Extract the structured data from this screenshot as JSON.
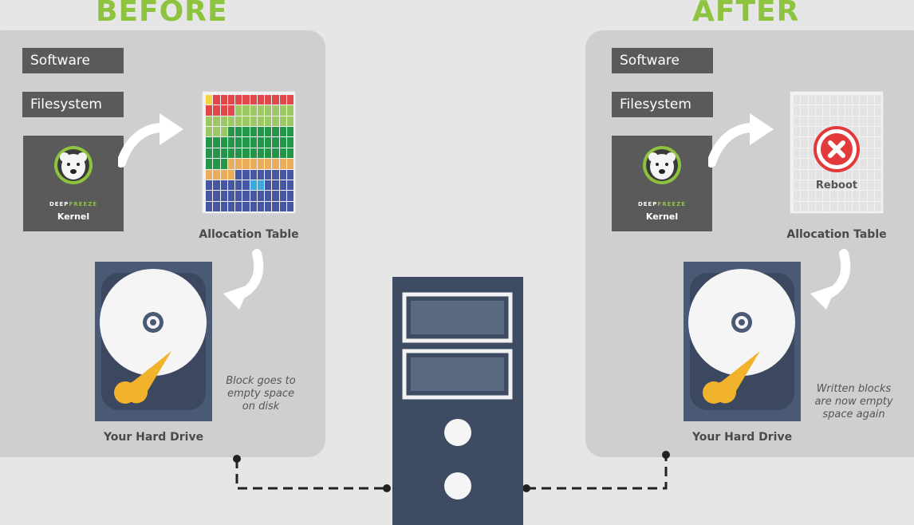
{
  "colors": {
    "background": "#e6e6e6",
    "panel": "#cfcfcf",
    "heading_green": "#8dc33e",
    "label_box": "#5a5a5a",
    "drive_body": "#4a5a74",
    "computer": "#3d4c62",
    "alloc_red": "#e0484b",
    "alloc_green_light": "#9bc765",
    "alloc_green_dark": "#23964a",
    "alloc_orange": "#eaad59",
    "alloc_blue": "#4756a3",
    "alloc_cyan": "#37a9df",
    "alloc_yellow": "#f2d542",
    "reboot_red": "#e23a3a"
  },
  "before": {
    "heading": "BEFORE",
    "software": "Software",
    "filesystem": "Filesystem",
    "kernel_brand_part1": "DEEP",
    "kernel_brand_part2": "FREEZE",
    "kernel_label": "Kernel",
    "allocation_caption": "Allocation Table",
    "drive_caption": "Your Hard Drive",
    "note_lines": [
      "Block goes to",
      "empty space",
      "on disk"
    ],
    "allocation_rows": [
      "YRRRRRRRRRRR",
      "RRRRLLLLLLLL",
      "LLLLLLLLLLLL",
      "LLLGGGGGGGGG",
      "GGGGGGGGGGGG",
      "GGGGGGGGGGGG",
      "GGGOOOOOOOOO",
      "OOOOBBBBBBBB",
      "BBBBBBCCBBBB",
      "BBBBBBBBBBBB",
      "BBBBBBBBBBBB"
    ]
  },
  "after": {
    "heading": "AFTER",
    "software": "Software",
    "filesystem": "Filesystem",
    "kernel_brand_part1": "DEEP",
    "kernel_brand_part2": "FREEZE",
    "kernel_label": "Kernel",
    "reboot_label": "Reboot",
    "allocation_caption": "Allocation Table",
    "drive_caption": "Your Hard Drive",
    "note_lines": [
      "Written blocks",
      "are now empty",
      "space again"
    ]
  },
  "icons": {
    "bear": "polar-bear-logo-icon",
    "arrow": "curved-arrow-icon",
    "reboot": "red-x-circle-icon",
    "disk": "hard-drive-platter-icon",
    "computer": "computer-tower-icon"
  }
}
